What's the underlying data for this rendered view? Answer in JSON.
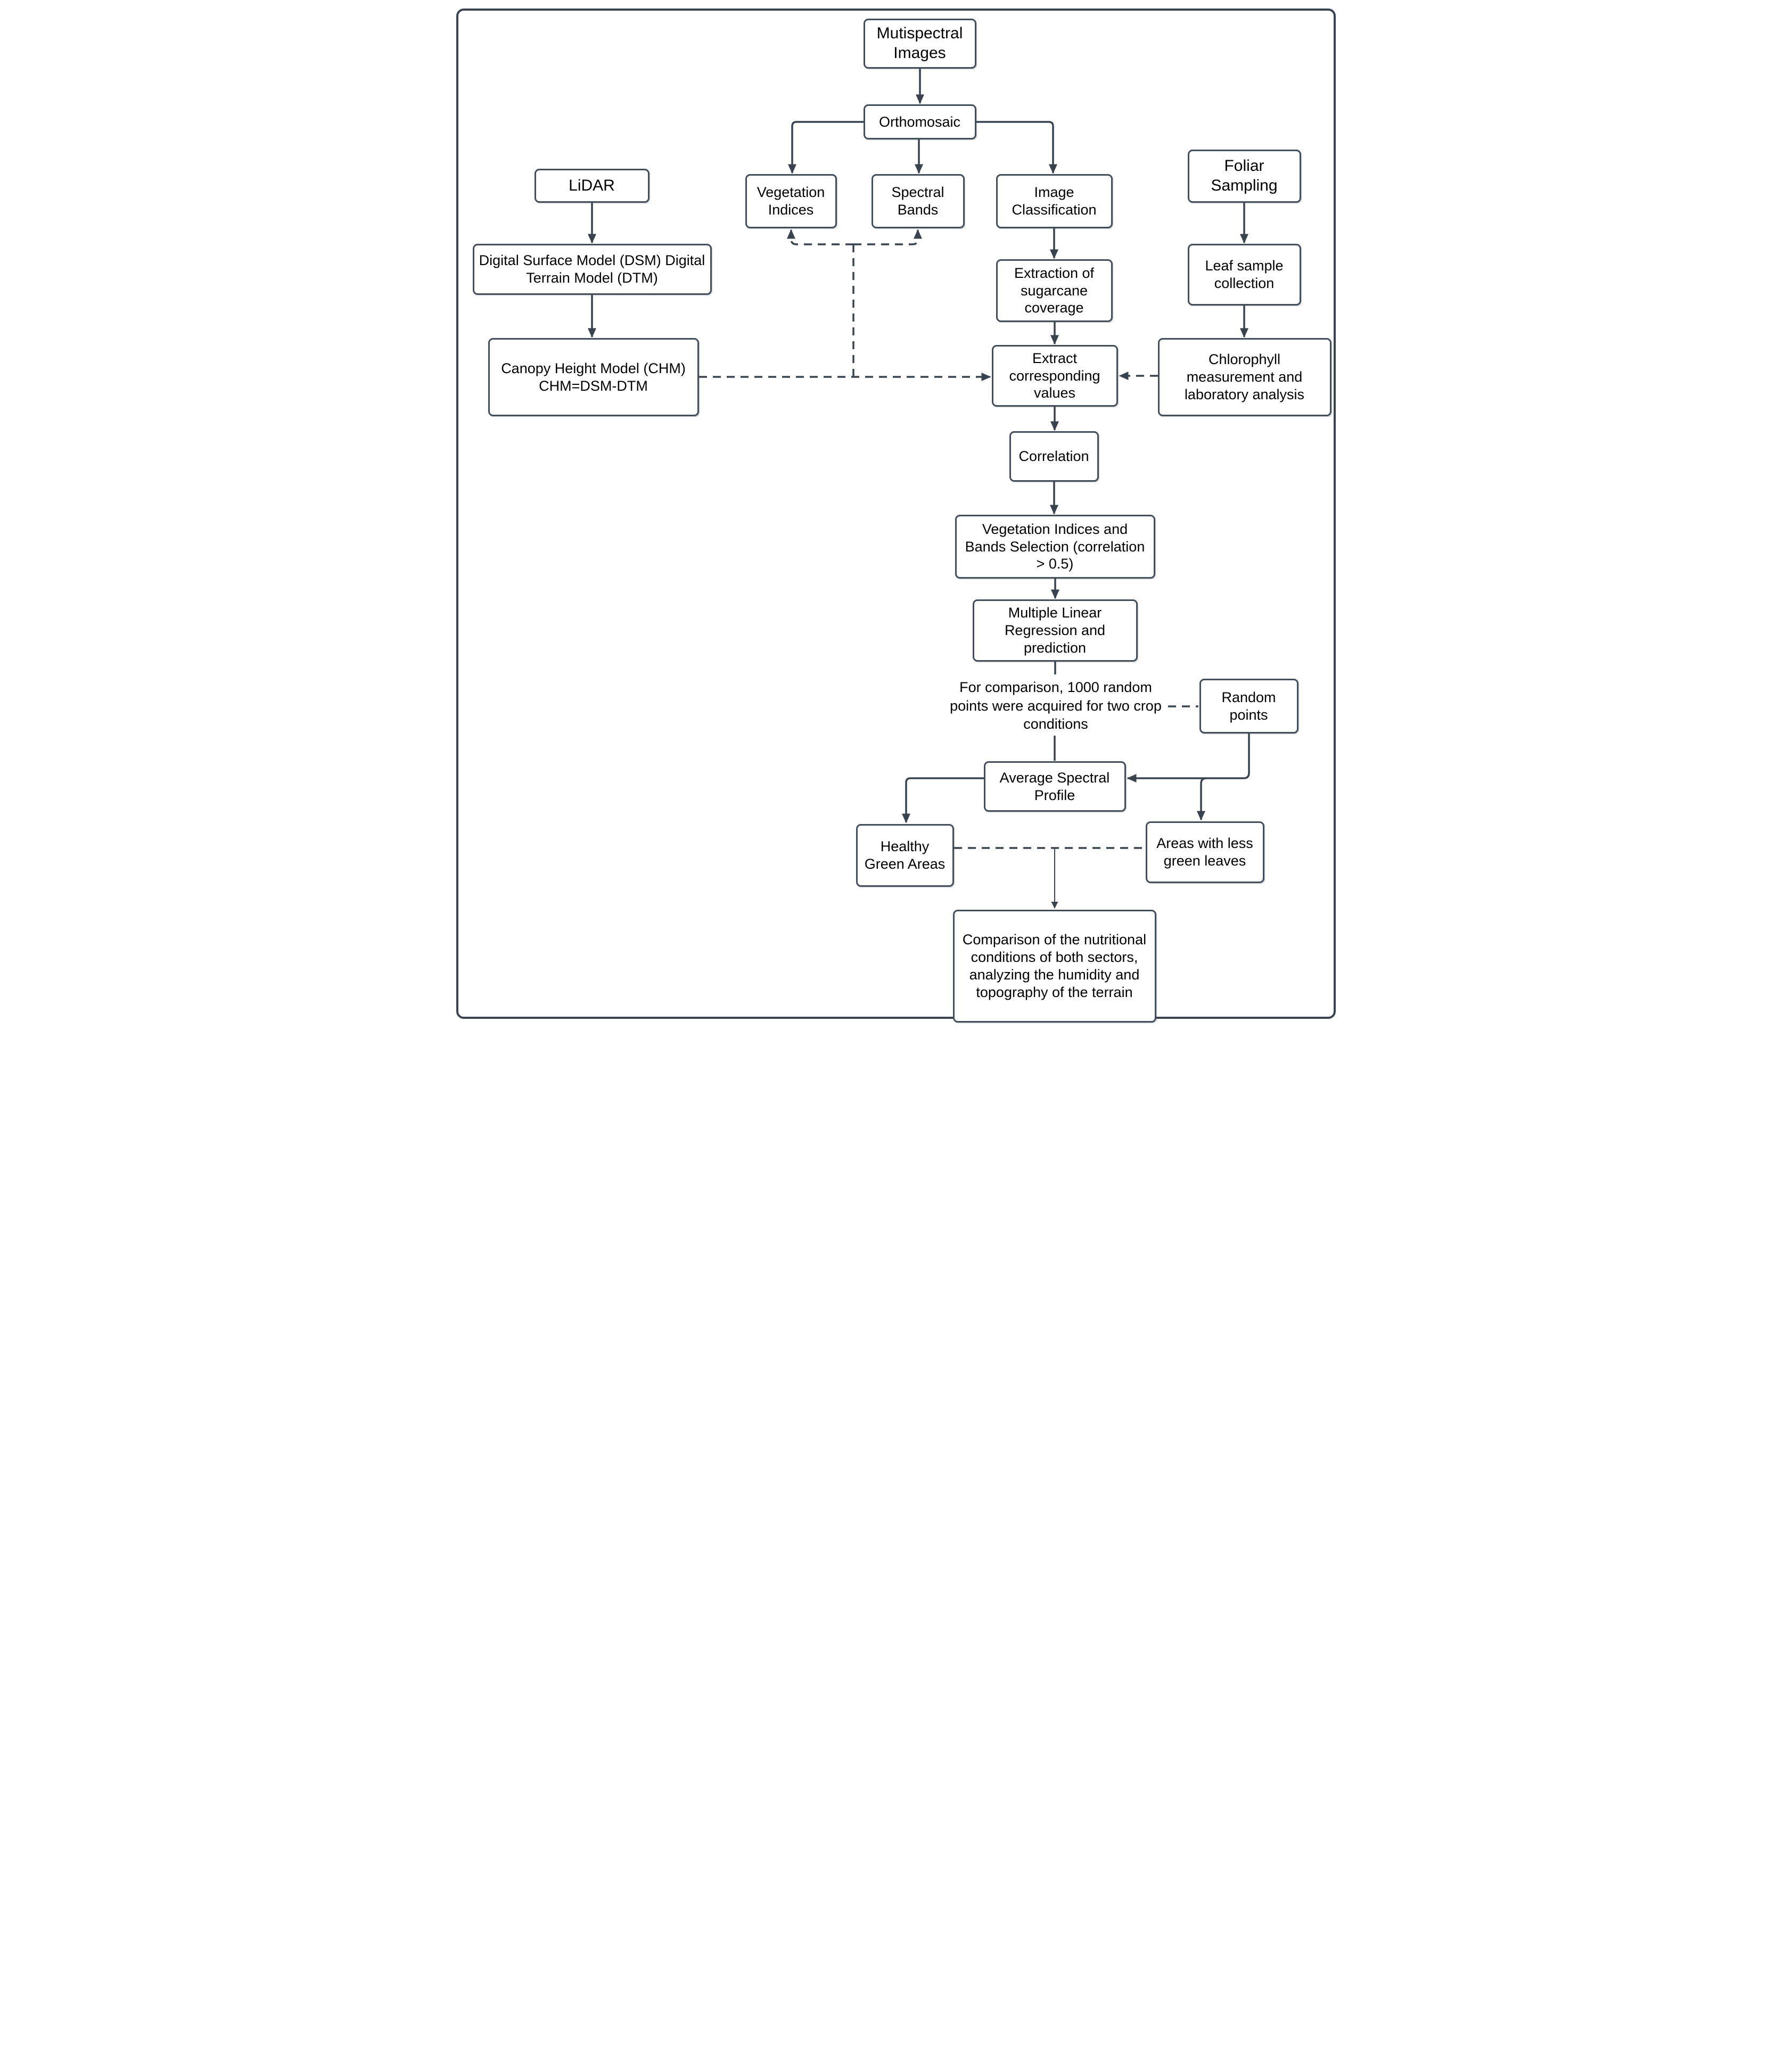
{
  "diagram": {
    "background_color": "#ffffff",
    "line_color": "#39434f",
    "box_border_color": "#434e5b",
    "box_fill_color": "#ffffff",
    "text_color": "#000000"
  },
  "nodes": {
    "multispectral": {
      "label": "Mutispectral Images"
    },
    "orthomosaic": {
      "label": "Orthomosaic"
    },
    "lidar": {
      "label": "LiDAR"
    },
    "vegetation_indices": {
      "label": "Vegetation Indices"
    },
    "spectral_bands": {
      "label": "Spectral Bands"
    },
    "image_classification": {
      "label": "Image Classification"
    },
    "foliar_sampling": {
      "label": "Foliar Sampling"
    },
    "dsm_dtm": {
      "label": "Digital Surface Model (DSM) Digital Terrain Model (DTM)"
    },
    "extraction_sugarcane": {
      "label": "Extraction of sugarcane coverage"
    },
    "leaf_sample": {
      "label": "Leaf sample collection"
    },
    "chm": {
      "label": "Canopy Height Model (CHM) CHM=DSM-DTM"
    },
    "extract_values": {
      "label": "Extract corresponding values"
    },
    "chlorophyll": {
      "label": "Chlorophyll measurement and laboratory analysis"
    },
    "correlation": {
      "label": "Correlation"
    },
    "vi_bands_selection": {
      "label": "Vegetation Indices and Bands Selection (correlation > 0.5)"
    },
    "mlr": {
      "label": "Multiple Linear Regression and prediction"
    },
    "comparison_note": {
      "label": "For comparison, 1000 random points were acquired for two crop conditions"
    },
    "random_points": {
      "label": "Random points"
    },
    "avg_spectral_profile": {
      "label": "Average Spectral Profile"
    },
    "healthy_green": {
      "label": "Healthy Green Areas"
    },
    "less_green": {
      "label": "Areas with less green leaves"
    },
    "final_comparison": {
      "label": "Comparison of the nutritional conditions of both sectors, analyzing the humidity and topography of the terrain"
    }
  },
  "edges": [
    {
      "from": "multispectral",
      "to": "orthomosaic",
      "style": "solid",
      "arrow": true
    },
    {
      "from": "orthomosaic",
      "to": "vegetation_indices",
      "style": "solid",
      "arrow": true
    },
    {
      "from": "orthomosaic",
      "to": "spectral_bands",
      "style": "solid",
      "arrow": true
    },
    {
      "from": "orthomosaic",
      "to": "image_classification",
      "style": "solid",
      "arrow": true
    },
    {
      "from": "lidar",
      "to": "dsm_dtm",
      "style": "solid",
      "arrow": true
    },
    {
      "from": "dsm_dtm",
      "to": "chm",
      "style": "solid",
      "arrow": true
    },
    {
      "from": "foliar_sampling",
      "to": "leaf_sample",
      "style": "solid",
      "arrow": true
    },
    {
      "from": "leaf_sample",
      "to": "chlorophyll",
      "style": "solid",
      "arrow": true
    },
    {
      "from": "image_classification",
      "to": "extraction_sugarcane",
      "style": "solid",
      "arrow": true
    },
    {
      "from": "extraction_sugarcane",
      "to": "extract_values",
      "style": "solid",
      "arrow": true
    },
    {
      "from": "chm",
      "to": "extract_values",
      "style": "dashed",
      "arrow": true
    },
    {
      "from": "chm_extract_dashed_line",
      "to": "vegetation_indices",
      "style": "dashed",
      "arrow": true
    },
    {
      "from": "chm_extract_dashed_line",
      "to": "spectral_bands",
      "style": "dashed",
      "arrow": true
    },
    {
      "from": "chlorophyll",
      "to": "extract_values",
      "style": "dashed",
      "arrow": true
    },
    {
      "from": "extract_values",
      "to": "correlation",
      "style": "solid",
      "arrow": true
    },
    {
      "from": "correlation",
      "to": "vi_bands_selection",
      "style": "solid",
      "arrow": true
    },
    {
      "from": "vi_bands_selection",
      "to": "mlr",
      "style": "solid",
      "arrow": true
    },
    {
      "from": "mlr",
      "to": "comparison_note",
      "style": "solid",
      "arrow": false
    },
    {
      "from": "comparison_note",
      "to": "avg_spectral_profile",
      "style": "solid",
      "arrow": false
    },
    {
      "from": "comparison_note",
      "to": "random_points",
      "style": "dashed",
      "arrow": false
    },
    {
      "from": "random_points",
      "to": "avg_spectral_profile",
      "style": "solid",
      "arrow": true
    },
    {
      "from": "random_points",
      "to": "less_green",
      "style": "solid",
      "arrow": true
    },
    {
      "from": "avg_spectral_profile",
      "to": "healthy_green",
      "style": "solid",
      "arrow": true
    },
    {
      "from": "healthy_green",
      "to": "less_green",
      "style": "dashed",
      "arrow": false
    },
    {
      "from": "healthy_green_less_green_dashed_line",
      "to": "final_comparison",
      "style": "solid-thin",
      "arrow": true
    }
  ]
}
